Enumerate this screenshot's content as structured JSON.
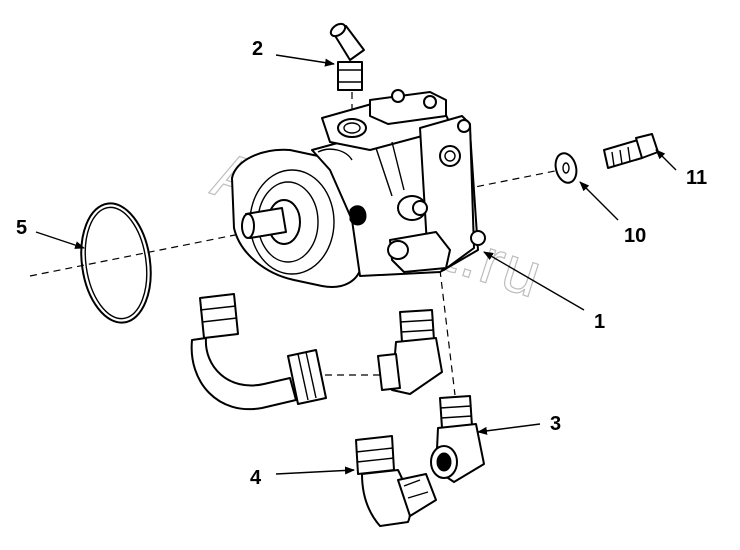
{
  "watermark": "AutoSoft.ru",
  "callouts": [
    {
      "id": "1",
      "label": "1"
    },
    {
      "id": "2",
      "label": "2"
    },
    {
      "id": "3",
      "label": "3"
    },
    {
      "id": "4",
      "label": "4"
    },
    {
      "id": "5",
      "label": "5"
    },
    {
      "id": "10",
      "label": "10"
    },
    {
      "id": "11",
      "label": "11"
    }
  ]
}
